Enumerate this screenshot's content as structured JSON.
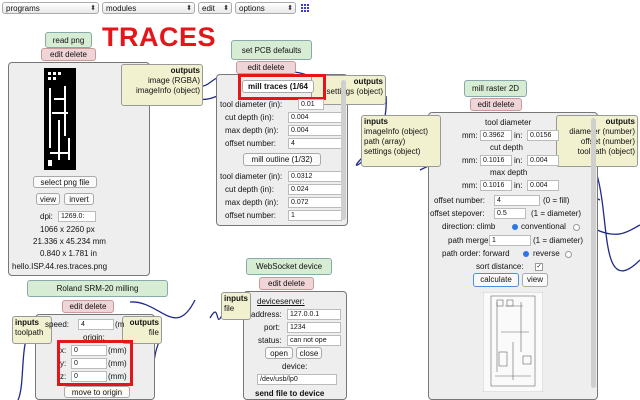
{
  "toolbar": {
    "programs": "programs",
    "modules": "modules",
    "edit": "edit",
    "options": "options"
  },
  "heading": "TRACES",
  "read_png": {
    "title": "read png",
    "edit_delete": "edit delete",
    "outputs": "outputs",
    "out1": "image (RGBA)",
    "out2": "imageInfo (object)",
    "select_button": "select png file",
    "view_button": "view",
    "invert_button": "invert",
    "dpi_label": "dpi:",
    "dpi_value": "1269.0:",
    "px_size": "1066 x 2260 px",
    "mm_size": "21.336 x 45.234 mm",
    "in_size": "0.840 x 1.781 in",
    "filename": "hello.ISP.44.res.traces.png"
  },
  "pcb_defaults": {
    "title": "set PCB defaults",
    "edit_delete": "edit delete",
    "outputs": "outputs",
    "out1": "settings (object)",
    "mill_traces": "mill traces (1/64",
    "tool_diam1_label": "tool diameter (in):",
    "tool_diam1": "0.01",
    "cut_depth1_label": "cut depth (in):",
    "cut_depth1": "0.004",
    "max_depth1_label": "max depth (in):",
    "max_depth1": "0.004",
    "offset1_label": "offset number:",
    "offset1": "4",
    "mill_outline": "mill outline (1/32)",
    "tool_diam2_label": "tool diameter (in):",
    "tool_diam2": "0.0312",
    "cut_depth2_label": "cut depth (in):",
    "cut_depth2": "0.024",
    "max_depth2_label": "max depth (in):",
    "max_depth2": "0.072",
    "offset2_label": "offset number:",
    "offset2": "1"
  },
  "raster": {
    "title": "mill raster 2D",
    "edit_delete": "edit delete",
    "inputs": "inputs",
    "in1": "imageInfo (object)",
    "in2": "path (array)",
    "in3": "settings (object)",
    "outputs": "outputs",
    "out1": "diameter (number)",
    "out2": "offset (number)",
    "out3": "toolpath (object)",
    "tool_diameter": "tool diameter",
    "mm1": "mm:",
    "mm1_val": "0.3962",
    "in1_label": "in:",
    "in1_val": "0.0156",
    "cut_depth": "cut depth",
    "mm2": "mm:",
    "mm2_val": "0.1016",
    "in2_label": "in:",
    "in2_val": "0.004",
    "max_depth": "max depth",
    "mm3": "mm:",
    "mm3_val": "0.1016",
    "in3_label": "in:",
    "in3_val": "0.004",
    "offset_number_label": "offset number:",
    "offset_number": "4",
    "offset_fill": "(0 = fill)",
    "stepover_label": "offset stepover:",
    "stepover": "0.5",
    "stepover_note": "(1 = diameter)",
    "direction_label": "direction: climb",
    "direction_alt": "conventional",
    "path_merge_label": "path merge:",
    "path_merge": "1",
    "path_merge_note": "(1 = diameter)",
    "path_order_label": "path order: forward",
    "path_order_alt": "reverse",
    "sort_distance": "sort distance:",
    "calculate": "calculate",
    "view": "view"
  },
  "websocket": {
    "title": "WebSocket device",
    "edit_delete": "edit delete",
    "inputs": "inputs",
    "in1": "file",
    "deviceserver": "deviceserver:",
    "address_label": "address:",
    "address": "127.0.0.1",
    "port_label": "port:",
    "port": "1234",
    "status_label": "status:",
    "status": "can not ope",
    "open": "open",
    "close": "close",
    "device_label": "device:",
    "device": "/dev/usb/lp0",
    "send": "send file to device"
  },
  "roland": {
    "title": "Roland SRM-20 milling",
    "edit_delete": "edit delete",
    "inputs": "inputs",
    "in1": "toolpath",
    "outputs": "outputs",
    "out1": "file",
    "speed_label": "speed:",
    "speed": "4",
    "speed_unit": "(m",
    "origin": "origin:",
    "x_label": "x:",
    "x": "0",
    "y_label": "y:",
    "y": "0",
    "z_label": "z:",
    "z": "0",
    "unit": "(mm)",
    "move": "move to origin"
  },
  "colors": {
    "accent_red": "#e5151a",
    "title_green": "#d6ecd3",
    "edit_pink": "#f0d5d8",
    "port_yellow": "#f2f1cf",
    "wire": "#1f2a8a"
  }
}
